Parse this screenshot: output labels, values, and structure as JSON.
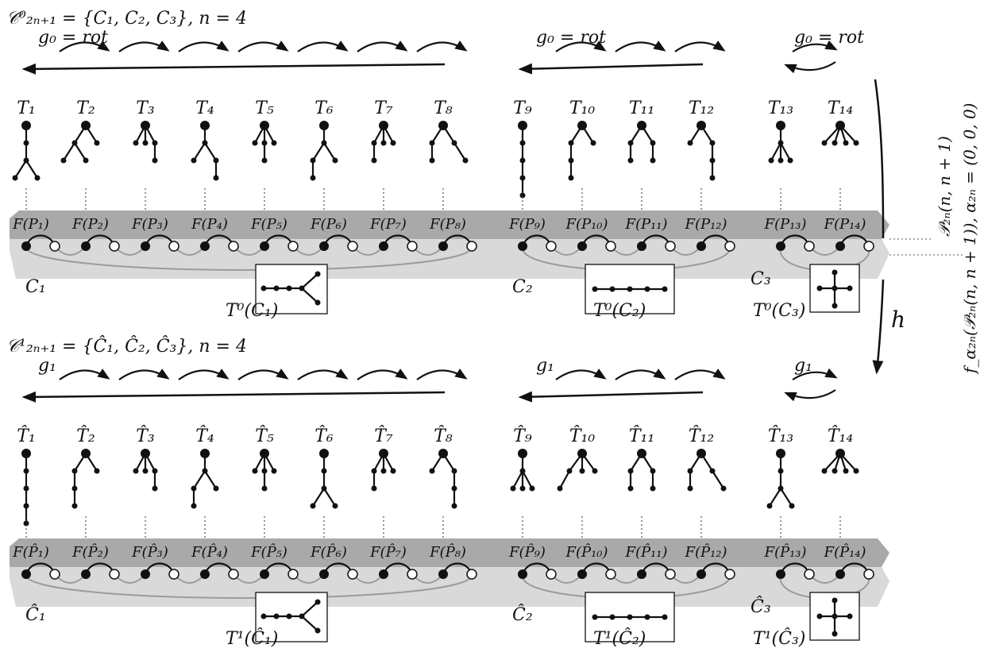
{
  "panel_top": {
    "title": "𝒞⁰₂ₙ₊₁ = {C₁, C₂, C₃}, n = 4",
    "group_labels": [
      "g₀ = rot",
      "g₀ = rot",
      "g₀ = rot"
    ],
    "tree_labels": [
      "T₁",
      "T₂",
      "T₃",
      "T₄",
      "T₅",
      "T₆",
      "T₇",
      "T₈",
      "T₉",
      "T₁₀",
      "T₁₁",
      "T₁₂",
      "T₁₃",
      "T₁₄"
    ],
    "path_labels": [
      "F(P₁)",
      "F(P₂)",
      "F(P₃)",
      "F(P₄)",
      "F(P₅)",
      "F(P₆)",
      "F(P₇)",
      "F(P₈)",
      "F(P₉)",
      "F(P₁₀)",
      "F(P₁₁)",
      "F(P₁₂)",
      "F(P₁₃)",
      "F(P₁₄)"
    ],
    "cycle_labels": [
      "C₁",
      "C₂",
      "C₃"
    ],
    "box_labels": [
      "T⁰(C₁)",
      "T⁰(C₂)",
      "T⁰(C₃)"
    ]
  },
  "panel_bottom": {
    "title": "𝒞¹₂ₙ₊₁ = {Ĉ₁, Ĉ₂, Ĉ₃}, n = 4",
    "group_labels": [
      "g₁",
      "g₁",
      "g₁"
    ],
    "tree_labels": [
      "T̂₁",
      "T̂₂",
      "T̂₃",
      "T̂₄",
      "T̂₅",
      "T̂₆",
      "T̂₇",
      "T̂₈",
      "T̂₉",
      "T̂₁₀",
      "T̂₁₁",
      "T̂₁₂",
      "T̂₁₃",
      "T̂₁₄"
    ],
    "path_labels": [
      "F(P̂₁)",
      "F(P̂₂)",
      "F(P̂₃)",
      "F(P̂₄)",
      "F(P̂₅)",
      "F(P̂₆)",
      "F(P̂₇)",
      "F(P̂₈)",
      "F(P̂₉)",
      "F(P̂₁₀)",
      "F(P̂₁₁)",
      "F(P̂₁₂)",
      "F(P̂₁₃)",
      "F(P̂₁₄)"
    ],
    "cycle_labels": [
      "Ĉ₁",
      "Ĉ₂",
      "Ĉ₃"
    ],
    "box_labels": [
      "T¹(Ĉ₁)",
      "T¹(Ĉ₂)",
      "T¹(Ĉ₃)"
    ]
  },
  "side": {
    "map_label": "h",
    "label_inner": "𝒫₂ₙ(n, n + 1)",
    "label_outer": "f_α₂ₙ(𝒫₂ₙ(n, n + 1)), α₂ₙ = (0, 0, 0)"
  },
  "colors": {
    "band_dark": "#a9a9a9",
    "band_light": "#d9d9d9",
    "cycle_edge": "#9b9b9b",
    "ink": "#111111"
  }
}
